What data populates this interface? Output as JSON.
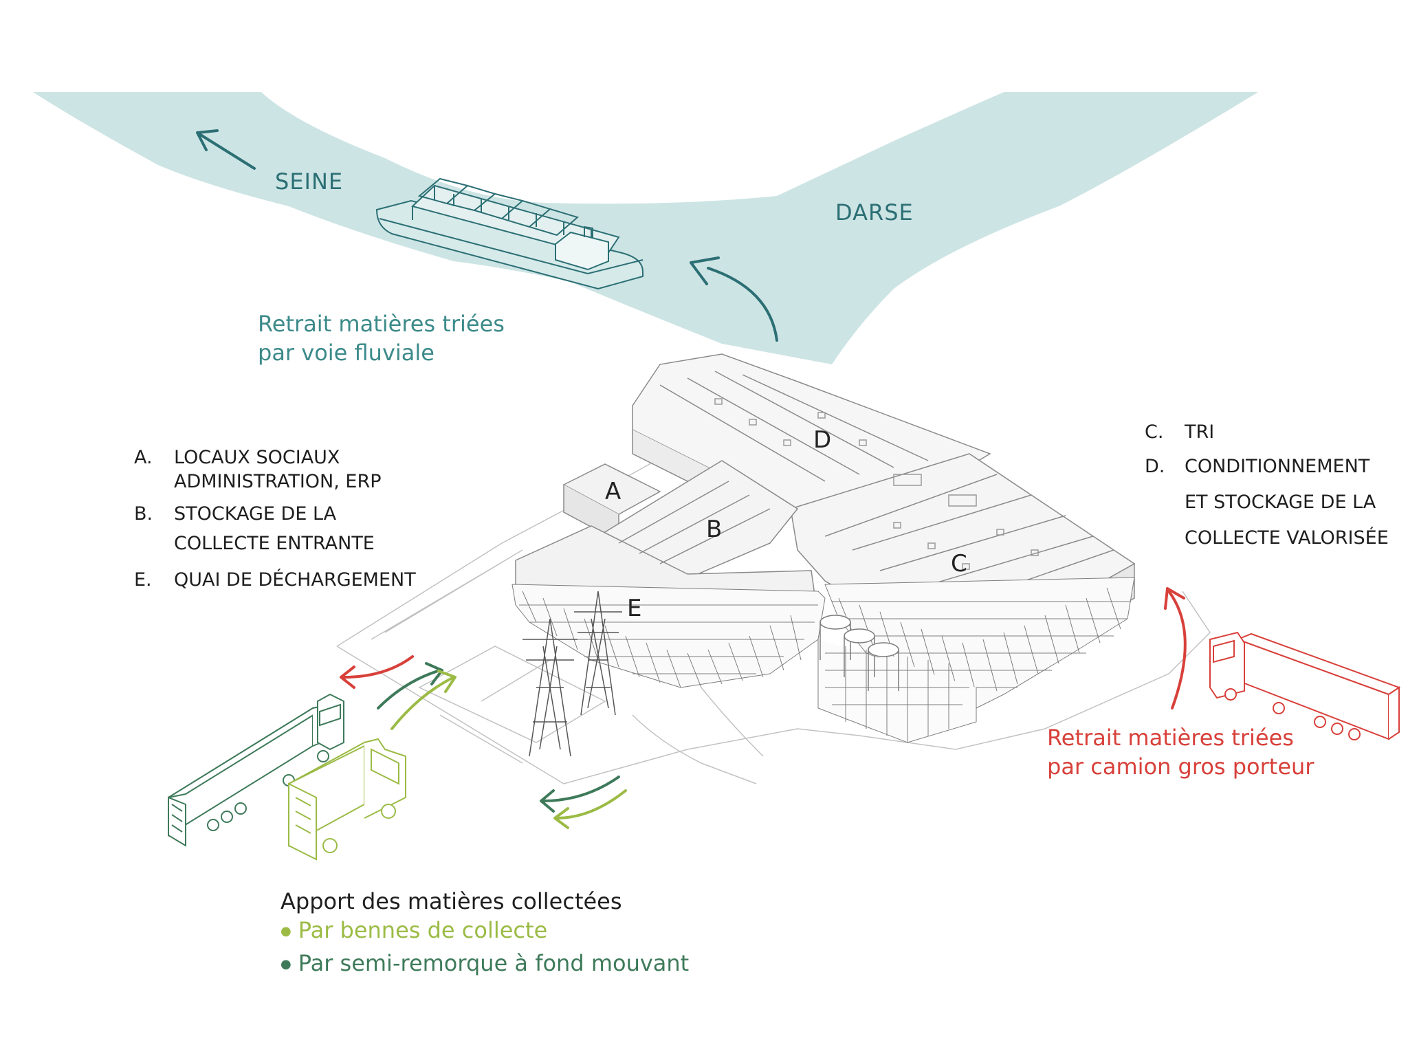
{
  "colors": {
    "water": "#cde4e4",
    "teal": "#2b6f74",
    "teal_caption": "#3c8a8a",
    "red": "#d8403a",
    "dark_green": "#3e7a5a",
    "light_green": "#9bbb45",
    "line": "#9a9a9a"
  },
  "water": {
    "seine": "SEINE",
    "darse": "DARSE"
  },
  "captions": {
    "river": {
      "line1": "Retrait matières triées",
      "line2": "par voie fluviale"
    },
    "truck": {
      "line1": "Retrait matières triées",
      "line2": "par camion gros porteur"
    },
    "apport": {
      "title": "Apport des matières collectées",
      "bullet1": "Par bennes de collecte",
      "bullet2": "Par semi-remorque à fond mouvant"
    }
  },
  "legend_left": [
    {
      "key": "A.",
      "line1": "LOCAUX SOCIAUX",
      "line2": "ADMINISTRATION, ERP"
    },
    {
      "key": "B.",
      "line1": "STOCKAGE DE LA",
      "line2": "COLLECTE ENTRANTE"
    },
    {
      "key": "E.",
      "line1": "QUAI DE DÉCHARGEMENT",
      "line2": ""
    }
  ],
  "legend_right": [
    {
      "key": "C.",
      "line1": "TRI",
      "line2": "",
      "line3": ""
    },
    {
      "key": "D.",
      "line1": "CONDITIONNEMENT",
      "line2": "ET STOCKAGE DE LA",
      "line3": "COLLECTE VALORISÉE"
    }
  ],
  "zones": {
    "a": "A",
    "b": "B",
    "c": "C",
    "d": "D",
    "e": "E"
  },
  "icons": [
    "flow-arrow-icon",
    "barge-icon",
    "pylon-icon",
    "silo-icon",
    "semi-truck-icon",
    "garbage-truck-icon"
  ]
}
